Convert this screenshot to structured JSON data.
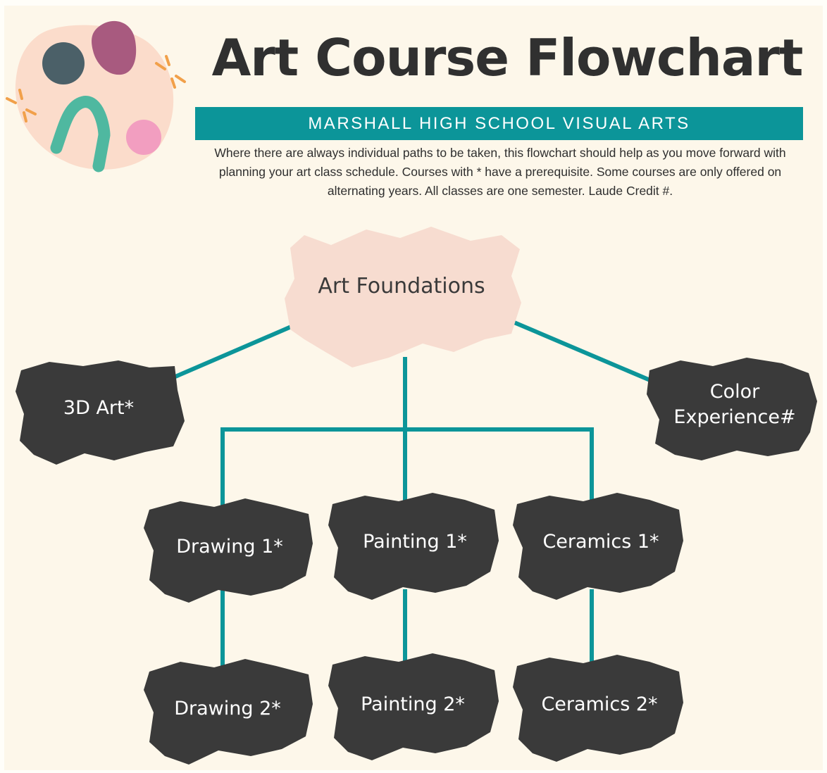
{
  "header": {
    "title": "Art Course Flowchart",
    "subtitle": "MARSHALL HIGH SCHOOL VISUAL ARTS",
    "description": "Where there are always individual paths to be taken, this flowchart should help as you move forward with planning your art class schedule. Courses with * have a prerequisite. Some courses are only offered on alternating years. All classes are one semester. Laude Credit #."
  },
  "nodes": {
    "art_foundations": "Art Foundations",
    "art_3d": "3D Art*",
    "color_experience": "Color Experience#",
    "drawing_1": "Drawing 1*",
    "painting_1": "Painting 1*",
    "ceramics_1": "Ceramics 1*",
    "drawing_2": "Drawing 2*",
    "painting_2": "Painting 2*",
    "ceramics_2": "Ceramics 2*"
  },
  "colors": {
    "background": "#fdf7ea",
    "accent_teal": "#0c9599",
    "node_dark": "#3a3a3a",
    "node_light": "#f7dcd0",
    "decor_slate": "#4b6068",
    "decor_plum": "#a85a7f",
    "decor_mint": "#4fb8a0",
    "decor_pink": "#f29ec0",
    "decor_orange": "#f1a04a",
    "decor_peach": "#fbdccb"
  },
  "icons": [
    "paint-blob-decoration",
    "sparkle-icon"
  ]
}
